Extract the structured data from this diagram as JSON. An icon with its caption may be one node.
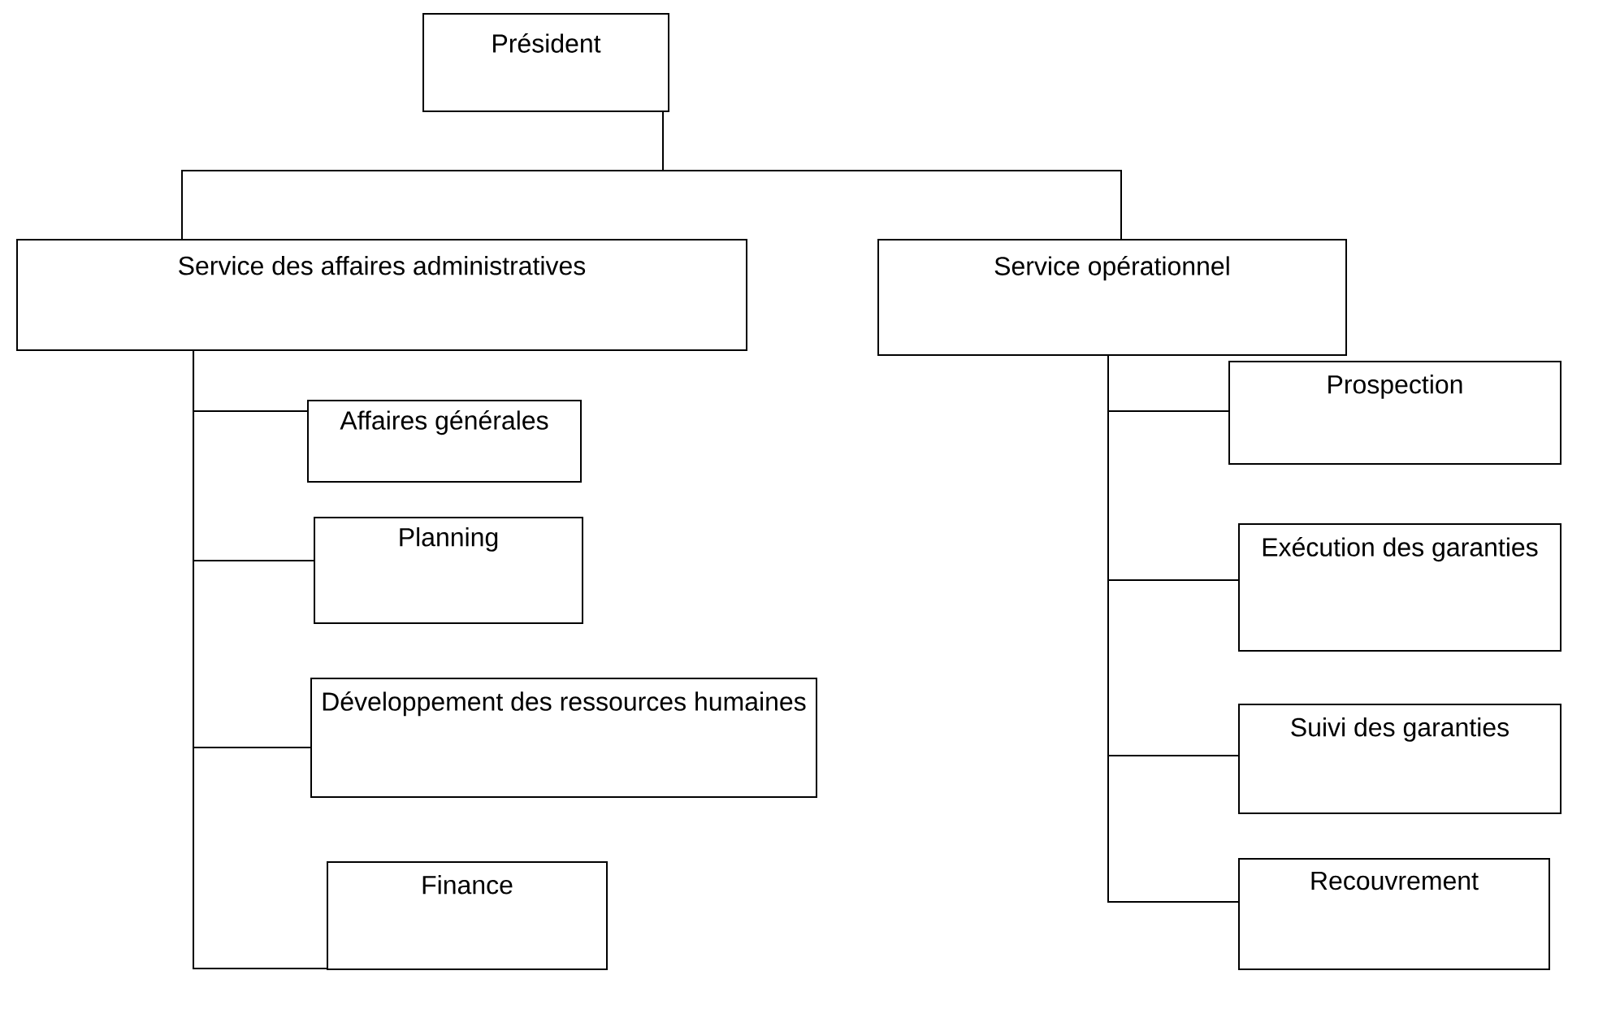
{
  "diagram": {
    "nodes": [
      {
        "text": [
          "Président"
        ]
      },
      {
        "text": [
          "Service des affaires administratives"
        ]
      },
      {
        "text": [
          "Service opérationnel"
        ]
      },
      {
        "text": [
          "Affaires générales"
        ]
      },
      {
        "text": [
          "Planning"
        ]
      },
      {
        "text": [
          "Développement des ressources humaines"
        ]
      },
      {
        "text": [
          "Finance"
        ]
      },
      {
        "text": [
          "Prospection"
        ]
      },
      {
        "text": [
          "Exécution des garanties"
        ]
      },
      {
        "text": [
          "Suivi des garanties"
        ]
      },
      {
        "text": [
          "Recouvrement"
        ]
      }
    ],
    "edges": [
      {
        "from": 0,
        "to": 1,
        "arrow": "none"
      },
      {
        "from": 0,
        "to": 2,
        "arrow": "none"
      },
      {
        "from": 1,
        "to": 3,
        "arrow": "none"
      },
      {
        "from": 1,
        "to": 4,
        "arrow": "none"
      },
      {
        "from": 1,
        "to": 5,
        "arrow": "none"
      },
      {
        "from": 1,
        "to": 6,
        "arrow": "none"
      },
      {
        "from": 2,
        "to": 7,
        "arrow": "none"
      },
      {
        "from": 2,
        "to": 8,
        "arrow": "none"
      },
      {
        "from": 2,
        "to": 9,
        "arrow": "none"
      },
      {
        "from": 2,
        "to": 10,
        "arrow": "none"
      }
    ]
  }
}
